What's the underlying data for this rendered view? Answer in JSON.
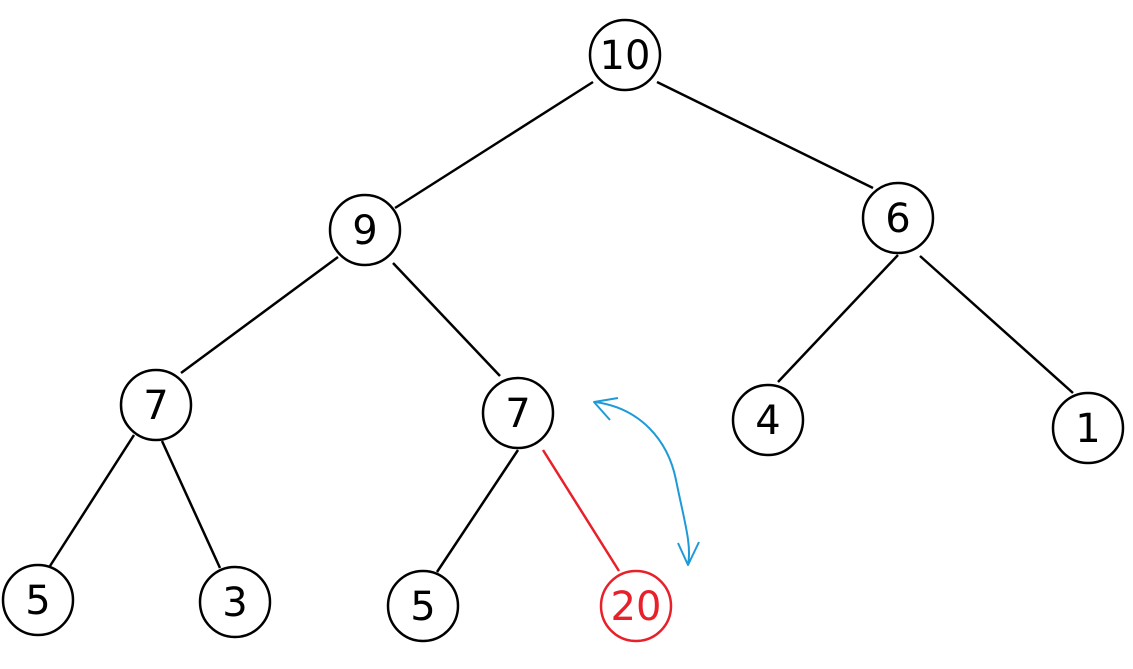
{
  "tree": {
    "nodes": [
      {
        "id": "n0",
        "value": "10",
        "highlight": false
      },
      {
        "id": "n1",
        "value": "9",
        "highlight": false
      },
      {
        "id": "n2",
        "value": "6",
        "highlight": false
      },
      {
        "id": "n3",
        "value": "7",
        "highlight": false
      },
      {
        "id": "n4",
        "value": "7",
        "highlight": false
      },
      {
        "id": "n5",
        "value": "4",
        "highlight": false
      },
      {
        "id": "n6",
        "value": "1",
        "highlight": false
      },
      {
        "id": "n7",
        "value": "5",
        "highlight": false
      },
      {
        "id": "n8",
        "value": "3",
        "highlight": false
      },
      {
        "id": "n9",
        "value": "5",
        "highlight": false
      },
      {
        "id": "n10",
        "value": "20",
        "highlight": true
      }
    ],
    "edges": [
      {
        "from": "n0",
        "to": "n1",
        "highlight": false
      },
      {
        "from": "n0",
        "to": "n2",
        "highlight": false
      },
      {
        "from": "n1",
        "to": "n3",
        "highlight": false
      },
      {
        "from": "n1",
        "to": "n4",
        "highlight": false
      },
      {
        "from": "n2",
        "to": "n5",
        "highlight": false
      },
      {
        "from": "n2",
        "to": "n6",
        "highlight": false
      },
      {
        "from": "n3",
        "to": "n7",
        "highlight": false
      },
      {
        "from": "n3",
        "to": "n8",
        "highlight": false
      },
      {
        "from": "n4",
        "to": "n9",
        "highlight": false
      },
      {
        "from": "n4",
        "to": "n10",
        "highlight": true
      }
    ],
    "swap_arrow": {
      "between": [
        "n4",
        "n10"
      ],
      "bidirectional": true
    }
  },
  "colors": {
    "node_stroke": "#000000",
    "node_fill": "#ffffff",
    "text": "#000000",
    "highlight": "#e8202a",
    "swap_arrow": "#1e9bd7"
  }
}
